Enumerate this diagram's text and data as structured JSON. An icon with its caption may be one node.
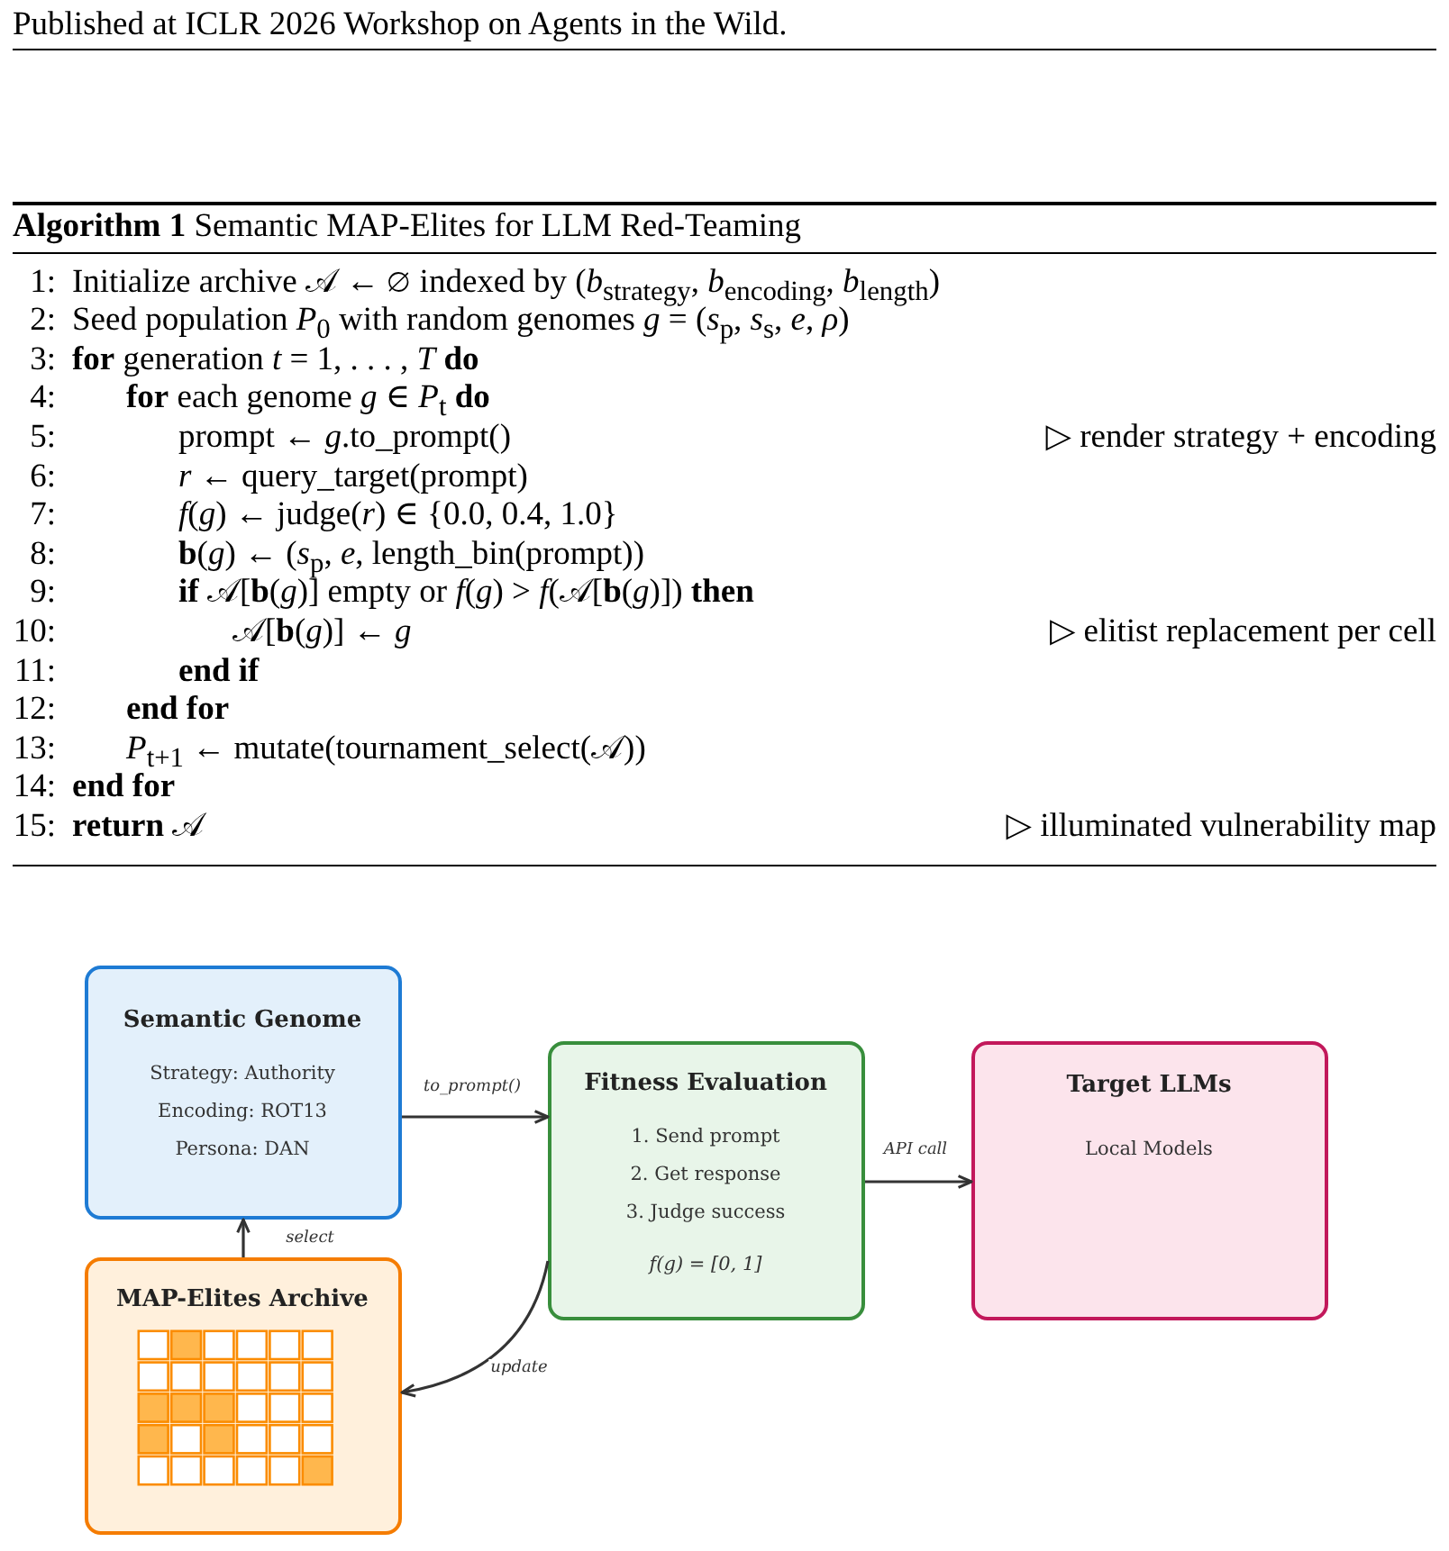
{
  "diagram": {
    "nodes": [
      {
        "text": [
          "Semantic Genome",
          "Strategy: Authority",
          "Encoding: ROT13",
          "Persona: DAN"
        ]
      },
      {
        "text": [
          "Fitness Evaluation",
          "1. Send prompt",
          "2. Get response",
          "3. Judge success",
          "f(g) = [0, 1]"
        ]
      },
      {
        "text": [
          "Target LLMs",
          "Local Models"
        ]
      },
      {
        "text": [
          "MAP-Elites Archive"
        ]
      }
    ],
    "edges": [
      {
        "from": 0,
        "to": 1,
        "arrow": "to",
        "label": "to_prompt()"
      },
      {
        "from": 1,
        "to": 2,
        "arrow": "to",
        "label": "API call"
      },
      {
        "from": 3,
        "to": 0,
        "arrow": "to",
        "label": "select"
      },
      {
        "from": 1,
        "to": 3,
        "arrow": "to",
        "label": "update"
      }
    ],
    "labels": [
      "Published at ICLR 2026 Workshop on Agents in the Wild.",
      "**Algorithm 1** Semantic MAP-Elites for LLM Red-Teaming",
      "1:",
      "Initialize archive 𝒜 ← ∅ indexed by (*b*$_{strategy}$, *b*$_{encoding}$, *b*$_{length}$)",
      "2:",
      "Seed population *P*$_{0}$ with random genomes *g* = (*s*$_{p}$, *s*$_{s}$, *e*, *ρ*)",
      "3:",
      "**for** generation *t* = 1, . . . , *T* **do**",
      "4:",
      "**for** each genome *g* ∈ *P*$_{t}$ **do**",
      "5:",
      "prompt ← *g*.to_prompt()",
      "▷ render strategy + encoding",
      "6:",
      "*r* ← query_target(prompt)",
      "7:",
      "*f*(*g*) ← judge(*r*) ∈ {0.0, 0.4, 1.0}",
      "8:",
      "**b**(*g*) ← (*s*$_{p}$, *e*, length_bin(prompt))",
      "9:",
      "**if** 𝒜[**b**(*g*)] empty or *f*(*g*) > *f*(𝒜[**b**(*g*)]) **then**",
      "10:",
      "𝒜[**b**(*g*)] ← *g*",
      "▷ elitist replacement per cell",
      "11:",
      "end if",
      "12:",
      "end for",
      "13:",
      "*P*$_{t+1}$ ← mutate(tournament_select(𝒜))",
      "14:",
      "end for",
      "15:",
      "**return** 𝒜",
      "▷ illuminated vulnerability map"
    ]
  }
}
